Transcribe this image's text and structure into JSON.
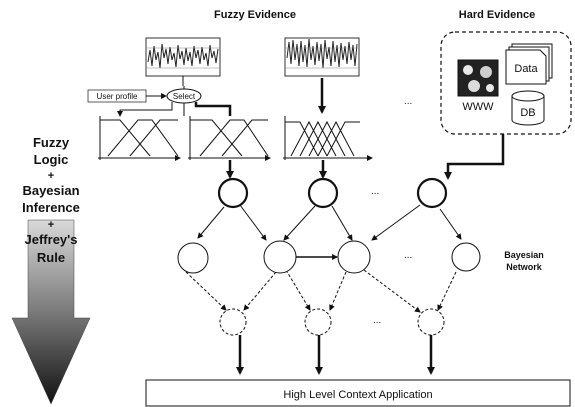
{
  "headings": {
    "fuzzy_evidence": "Fuzzy Evidence",
    "hard_evidence": "Hard Evidence"
  },
  "fuzzy_panel": {
    "user_profile": "User profile",
    "select": "Select"
  },
  "hard_evidence": {
    "data": "Data",
    "db": "DB",
    "www": "WWW"
  },
  "left_method": [
    "Fuzzy",
    "Logic",
    "+",
    "Bayesian",
    "Inference",
    "+",
    "Jeffrey's",
    "Rule"
  ],
  "network_label": [
    "Bayesian",
    "Network"
  ],
  "ellipsis": "...",
  "bottom_box": "High Level Context Application",
  "colors": {
    "stroke": "#111111",
    "arrow_dark": "#111111",
    "arrow_light": "#bdbdbd"
  }
}
